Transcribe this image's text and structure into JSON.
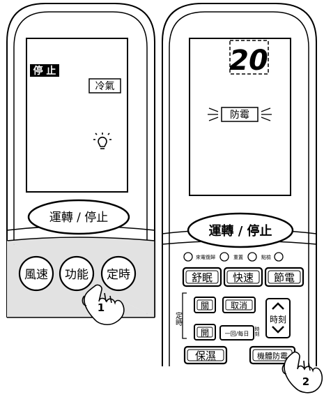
{
  "left_remote": {
    "lcd": {
      "status": "停 止",
      "mode": "冷氣",
      "icon": "light-bulb-icon"
    },
    "power_button": "運轉 / 停止",
    "buttons": [
      "風速",
      "功能",
      "定時"
    ],
    "step_number": "1",
    "hand_icon": "pointing-hand-icon"
  },
  "right_remote": {
    "lcd": {
      "temperature": "20",
      "indicator": "防霉"
    },
    "power_button": "運轉 / 停止",
    "small_buttons": [
      "來電復歸",
      "重置",
      "點檢"
    ],
    "row1_buttons": [
      "舒眠",
      "快速",
      "節電"
    ],
    "timer_label": "定時",
    "timer_close": "關",
    "timer_open": "開",
    "cancel_button": "取消",
    "daily_button": "一回/每日",
    "clock_side_label": "時刻",
    "clock_label": "時刻",
    "bottom_buttons": [
      "保濕",
      "機體防霉"
    ],
    "step_number": "2",
    "hand_icon": "pointing-hand-icon"
  }
}
